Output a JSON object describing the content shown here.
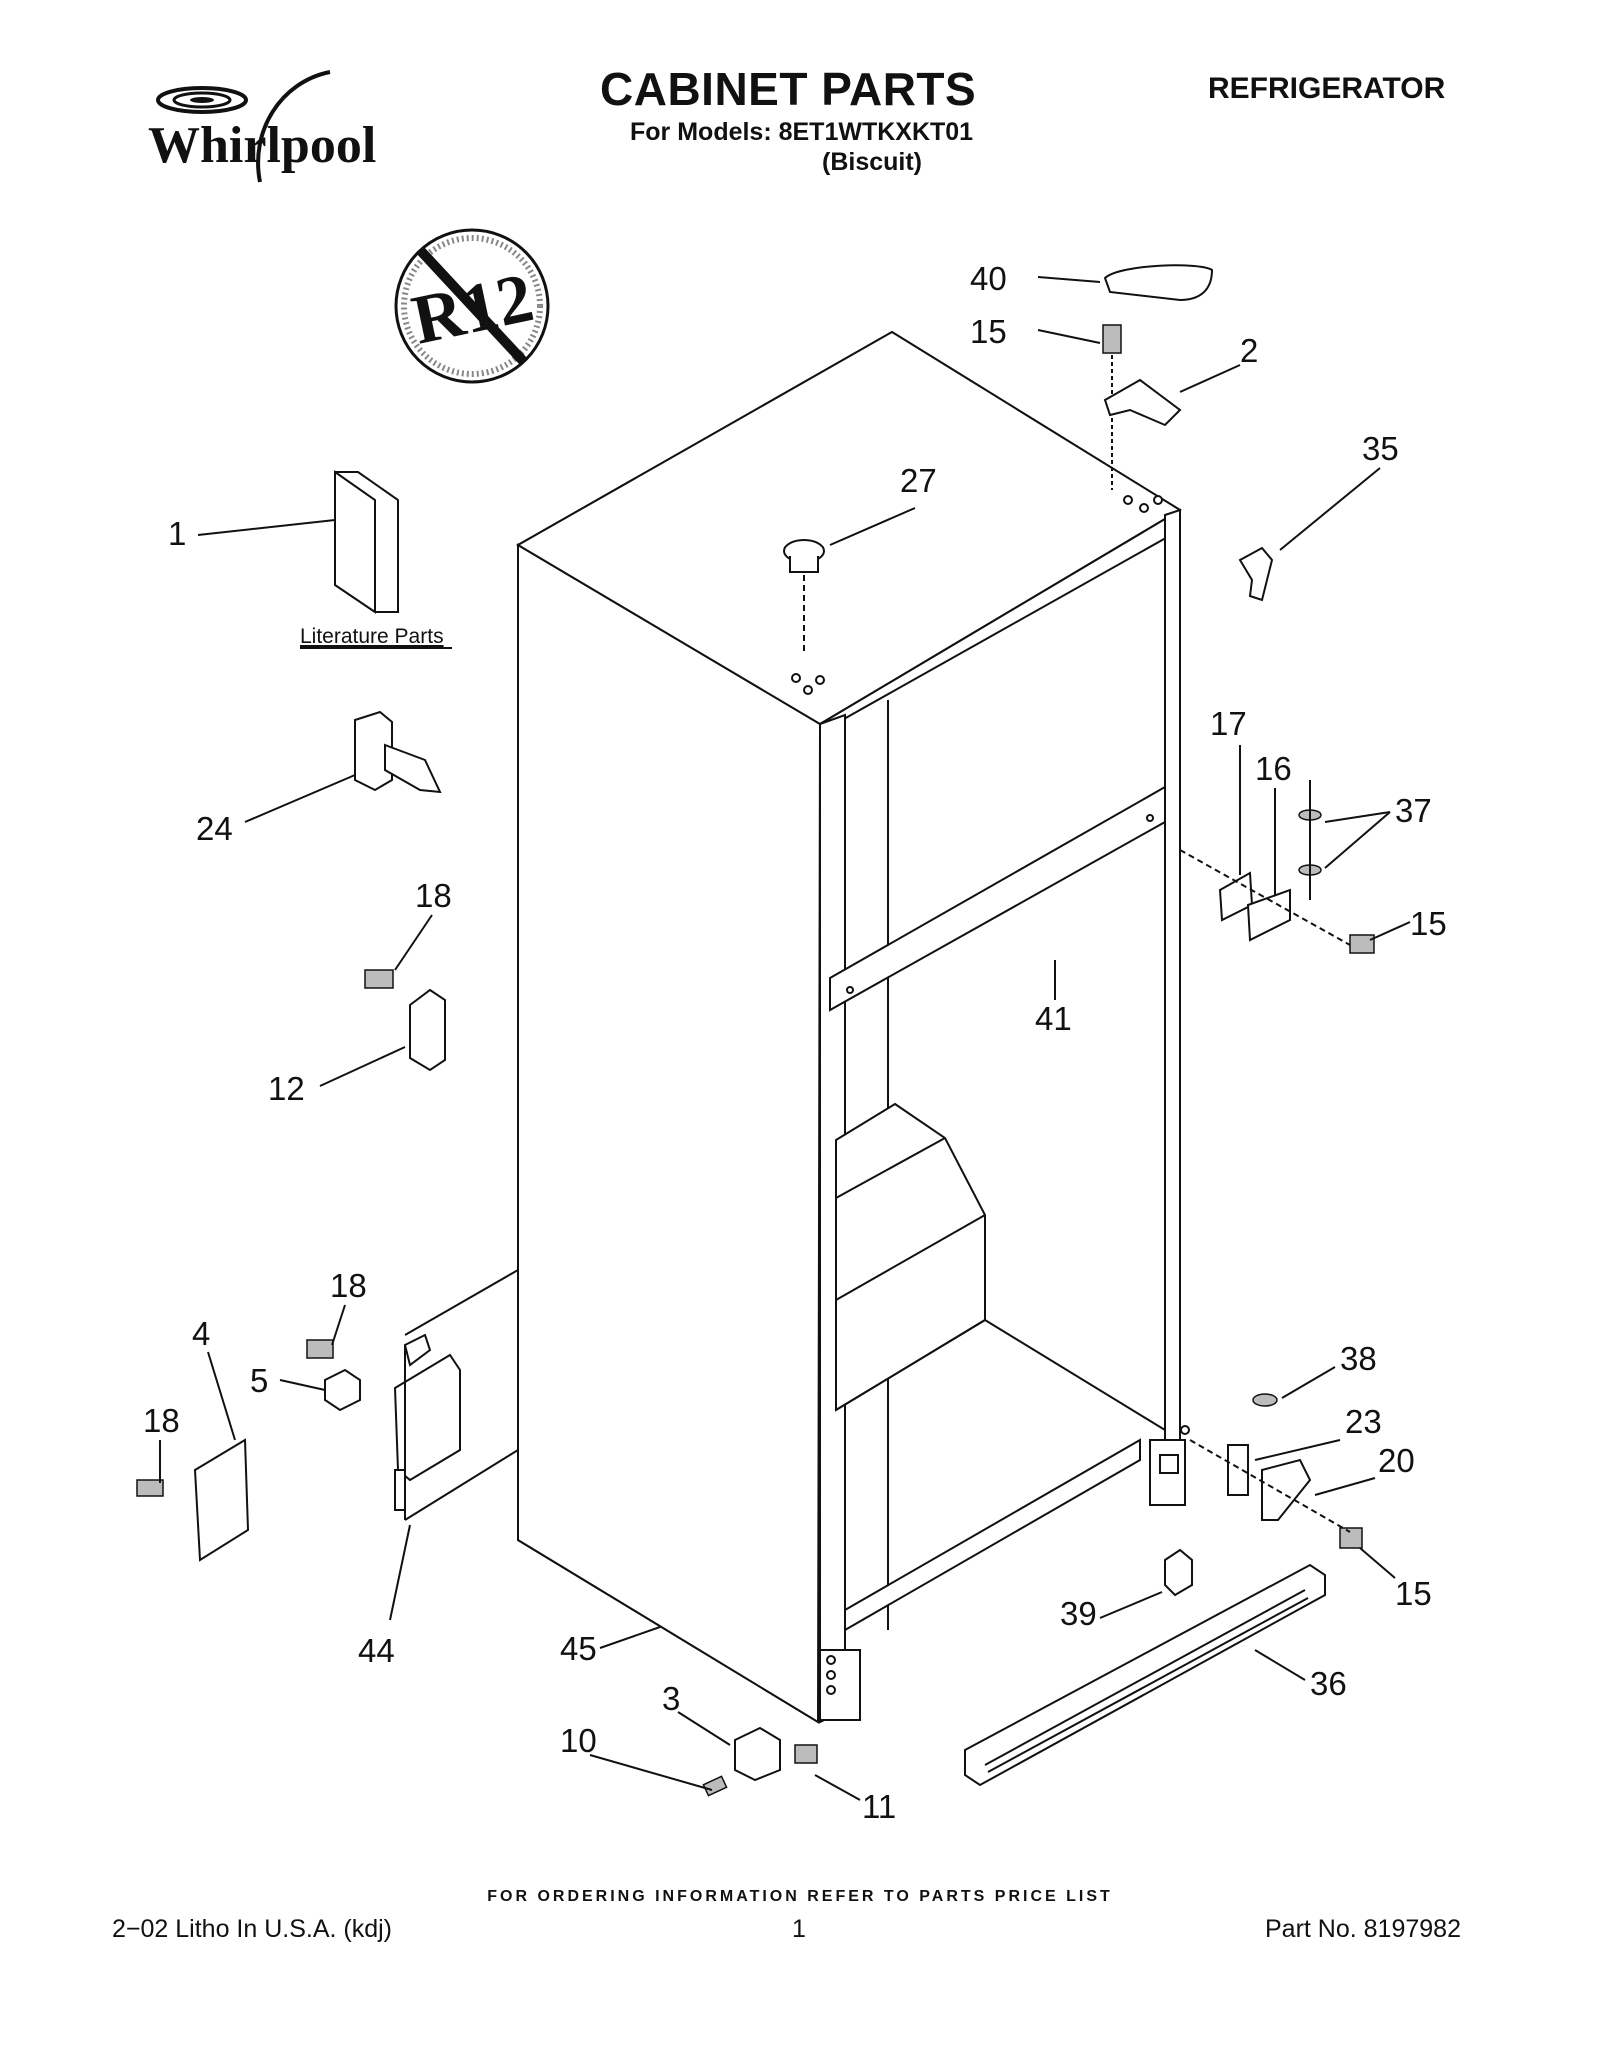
{
  "header": {
    "brand": "Whirlpool",
    "title": "CABINET PARTS",
    "models_line": "For Models: 8ET1WTKXKT01",
    "color_line": "(Biscuit)",
    "category": "REFRIGERATOR"
  },
  "badge": {
    "text": "R12"
  },
  "literature_label": "Literature Parts",
  "callouts": {
    "c1": "1",
    "c2": "2",
    "c3": "3",
    "c4": "4",
    "c5": "5",
    "c10": "10",
    "c11": "11",
    "c12": "12",
    "c15a": "15",
    "c15b": "15",
    "c15c": "15",
    "c16": "16",
    "c17": "17",
    "c18a": "18",
    "c18b": "18",
    "c18c": "18",
    "c20": "20",
    "c23": "23",
    "c24": "24",
    "c27": "27",
    "c35": "35",
    "c36": "36",
    "c37": "37",
    "c38": "38",
    "c39": "39",
    "c40": "40",
    "c41": "41",
    "c44": "44",
    "c45": "45"
  },
  "footer": {
    "note": "FOR ORDERING INFORMATION REFER TO PARTS PRICE LIST",
    "left": "2−02 Litho In U.S.A. (kdj)",
    "page": "1",
    "part_no": "Part No. 8197982"
  }
}
